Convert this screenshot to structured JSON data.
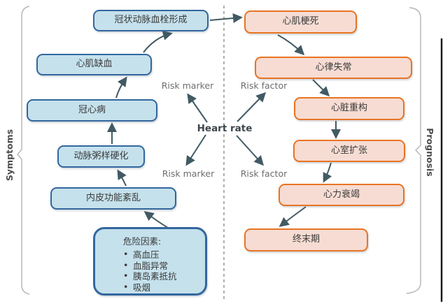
{
  "diagram": {
    "left_group_label": "Symptoms",
    "right_group_label": "Prognosis",
    "center": {
      "heart_rate": "Heart rate",
      "risk_marker_top": "Risk marker",
      "risk_factor_top": "Risk factor",
      "risk_marker_bottom": "Risk marker",
      "risk_factor_bottom": "Risk factor"
    },
    "symptoms": {
      "risk_factor_box": {
        "title": "危险因素:",
        "items": [
          "高血压",
          "血脂异常",
          "胰岛素抵抗",
          "吸烟"
        ]
      },
      "nodes": [
        "内皮功能紊乱",
        "动脉粥样硬化",
        "冠心病",
        "心肌缺血",
        "冠状动脉血栓形成"
      ]
    },
    "prognosis": {
      "nodes": [
        "心肌梗死",
        "心律失常",
        "心脏重构",
        "心室扩张",
        "心力衰竭",
        "终末期"
      ]
    },
    "colors": {
      "symptom_fill": "#c5e1ec",
      "symptom_border": "#33679e",
      "prognosis_fill": "#f7dcd3",
      "prognosis_border": "#e87424",
      "arrow": "#415a64",
      "divider": "#9b9b9b",
      "label_gray": "#6d6d6d",
      "heart_rate_text": "#3d444a"
    }
  }
}
